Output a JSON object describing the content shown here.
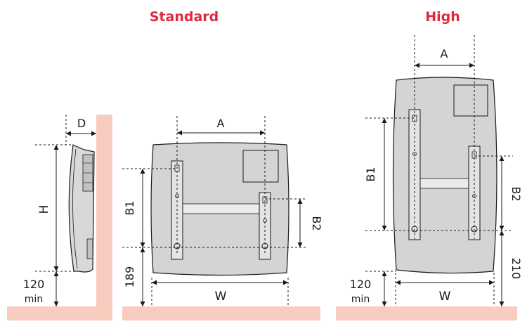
{
  "titles": {
    "standard": "Standard",
    "high": "High"
  },
  "labels": {
    "D": "D",
    "H": "H",
    "A": "A",
    "B1": "B1",
    "B2": "B2",
    "W": "W",
    "gap_value": "120",
    "gap_unit": "min",
    "std_floor": "189",
    "high_floor": "210"
  },
  "colors": {
    "title": "#e0283c",
    "floor": "#f8cdbf",
    "panel": "#d4d4d4",
    "line": "#1a1a1a",
    "bar": "#ebebeb"
  }
}
